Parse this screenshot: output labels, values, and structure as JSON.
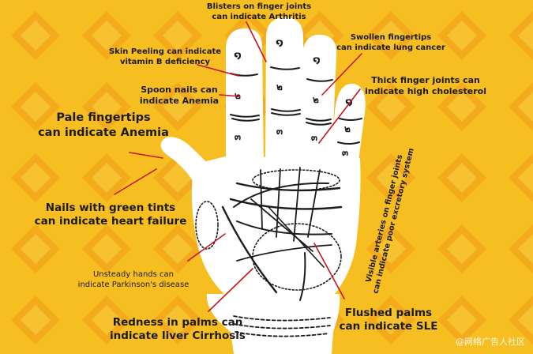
{
  "colors": {
    "background": "#f6be21",
    "diamond": "#f2a81b",
    "hand": "#ffffff",
    "ink": "#1c1c1c",
    "pointer": "#c8151b"
  },
  "labels": {
    "blisters": "Blisters on finger joints\ncan indicate Arthritis",
    "skin_peeling": "Skin Peeling can indicate\nvitamin B deficiency",
    "spoon_nails": "Spoon nails can\nindicate Anemia",
    "pale_fingertips": "Pale fingertips\ncan indicate Anemia",
    "green_nails": "Nails with green tints\ncan indicate heart failure",
    "unsteady_hands": "Unsteady hands can\nindicate Parkinson's disease",
    "red_palms": "Redness in palms can\nindicate liver Cirrhosis",
    "swollen_fingertips": "Swollen fingertips\ncan indicate lung cancer",
    "thick_joints": "Thick finger joints can\nindicate high cholesterol",
    "visible_arteries": "Visible arteries on finger joints\ncan indicate poor excretory system",
    "flushed_palms": "Flushed palms\ncan indicate SLE"
  },
  "watermark": "@网络广告人社区",
  "icons": {
    "hand": "hand-illustration",
    "pointer_lines": "pointer-line"
  }
}
